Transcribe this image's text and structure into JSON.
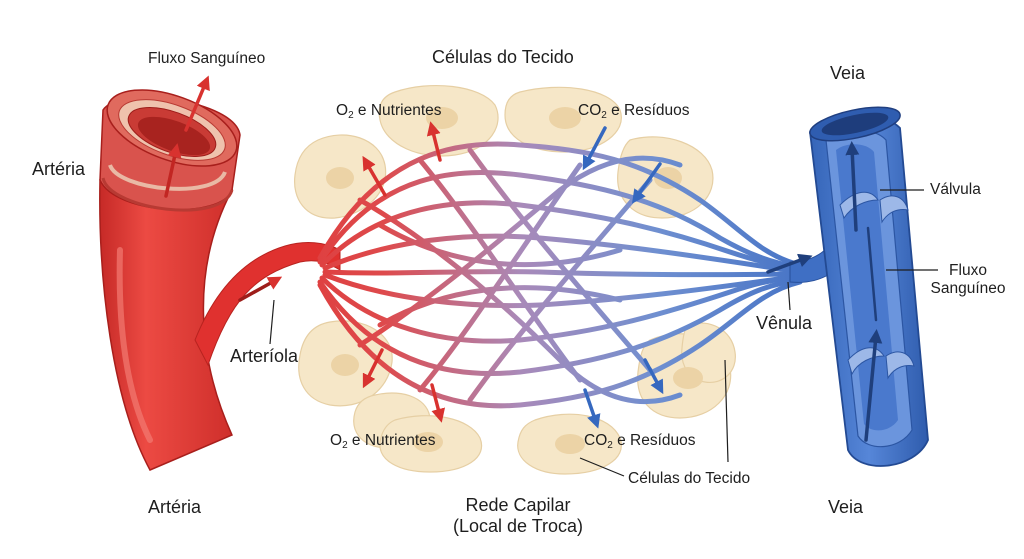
{
  "labels": {
    "top_tissue": "Células do Tecido",
    "bottom_tissue": "Células do Tecido",
    "artery_top_flow": "Fluxo Sanguíneo",
    "artery_side": "Artéria",
    "artery_bottom": "Artéria",
    "arteriole": "Arteríola",
    "vein_top": "Veia",
    "vein_bottom": "Veia",
    "valve": "Válvula",
    "vein_flow_line1": "Fluxo",
    "vein_flow_line2": "Sanguíneo",
    "venule": "Vênula",
    "capillary_line1": "Rede Capilar",
    "capillary_line2": "(Local de Troca)",
    "o2_top_prefix": "O",
    "o2_top_sub": "2",
    "o2_top_rest": " e Nutrientes",
    "o2_bottom_prefix": "O",
    "o2_bottom_sub": "2",
    "o2_bottom_rest": " e Nutrientes",
    "co2_top_prefix": "CO",
    "co2_top_sub": "2",
    "co2_top_rest": " e Resíduos",
    "co2_bottom_prefix": "CO",
    "co2_bottom_sub": "2",
    "co2_bottom_rest": " e Resíduos"
  },
  "colors": {
    "arterial_red": "#e0312f",
    "arterial_dark": "#b8231f",
    "venous_blue": "#3f6fc4",
    "venous_dark": "#274f9a",
    "capillary_mid": "#a77fb5",
    "tissue_cell": "#f6e7c8",
    "tissue_nucleus": "#ecd3a6",
    "text": "#1e1e1e"
  }
}
